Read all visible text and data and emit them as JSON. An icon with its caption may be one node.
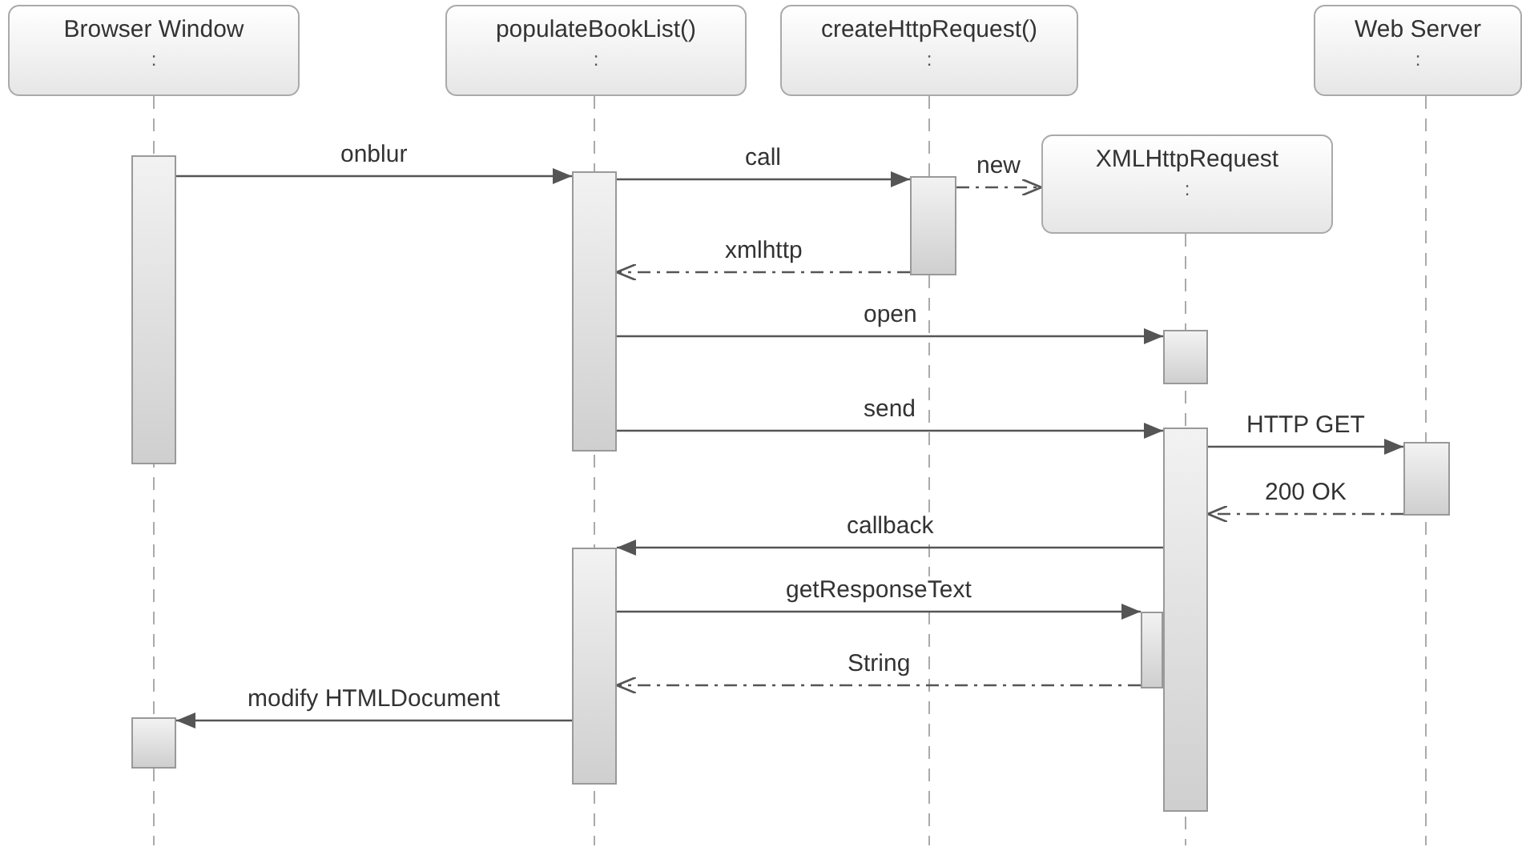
{
  "diagram": {
    "nodes": [
      {
        "text": [
          "Browser Window",
          ":"
        ]
      },
      {
        "text": [
          "populateBookList()",
          ":"
        ]
      },
      {
        "text": [
          "createHttpRequest()",
          ":"
        ]
      },
      {
        "text": [
          "Web Server",
          ":"
        ]
      },
      {
        "text": [
          "XMLHttpRequest",
          ":"
        ]
      },
      {
        "text": [],
        "shape": "bar"
      },
      {
        "text": [],
        "shape": "bar"
      },
      {
        "text": [],
        "shape": "bar"
      },
      {
        "text": [],
        "shape": "bar"
      },
      {
        "text": [],
        "shape": "bar"
      },
      {
        "text": [],
        "shape": "bar"
      },
      {
        "text": [],
        "shape": "bar"
      },
      {
        "text": [],
        "shape": "bar"
      },
      {
        "text": [],
        "shape": "bar"
      }
    ],
    "edges": [
      {
        "from": 5,
        "to": 6,
        "arrow": "to",
        "label": "onblur"
      },
      {
        "from": 6,
        "to": 7,
        "arrow": "to",
        "label": "call"
      },
      {
        "from": 7,
        "to": 4,
        "arrow": "to",
        "label": "new",
        "style": "dashed"
      },
      {
        "from": 7,
        "to": 6,
        "arrow": "to",
        "label": "xmlhttp",
        "style": "dashed"
      },
      {
        "from": 6,
        "to": 8,
        "arrow": "to",
        "label": "open"
      },
      {
        "from": 6,
        "to": 9,
        "arrow": "to",
        "label": "send"
      },
      {
        "from": 9,
        "to": 10,
        "arrow": "to",
        "label": "HTTP GET"
      },
      {
        "from": 10,
        "to": 9,
        "arrow": "to",
        "label": "200 OK",
        "style": "dashed"
      },
      {
        "from": 9,
        "to": 11,
        "arrow": "to",
        "label": "callback"
      },
      {
        "from": 11,
        "to": 12,
        "arrow": "to",
        "label": "getResponseText"
      },
      {
        "from": 12,
        "to": 11,
        "arrow": "to",
        "label": "String",
        "style": "dashed"
      },
      {
        "from": 11,
        "to": 13,
        "arrow": "to",
        "label": "modify HTMLDocument"
      }
    ]
  }
}
